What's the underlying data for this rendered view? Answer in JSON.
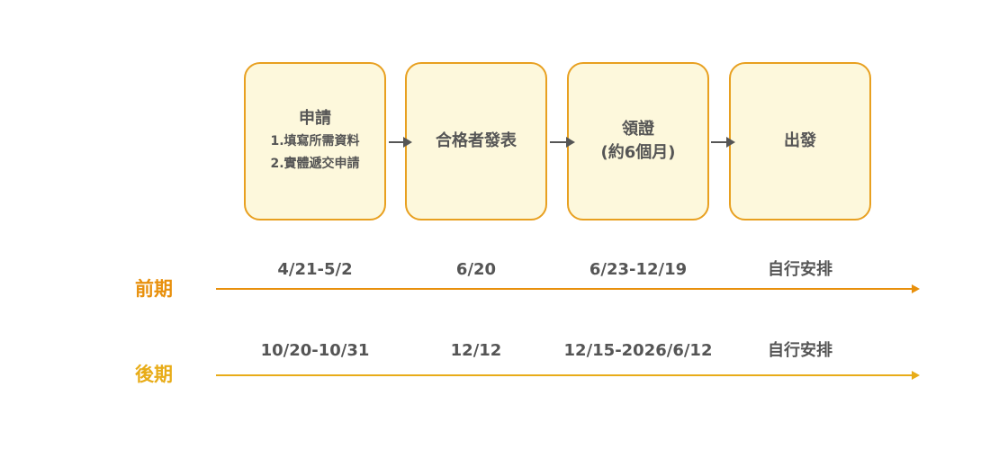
{
  "colors": {
    "box_border": "#e8a020",
    "box_fill": "#fdf8dc",
    "text": "#555555",
    "flow_arrow": "#555555",
    "early_period": "#e8900c",
    "late_period": "#e8ac18"
  },
  "steps": [
    {
      "title": "申請",
      "lines": [
        "1.填寫所需資料",
        "2.實體遞交申請"
      ]
    },
    {
      "title": "合格者發表",
      "lines": []
    },
    {
      "title": "領證",
      "lines": [
        "(約6個月)"
      ]
    },
    {
      "title": "出發",
      "lines": []
    }
  ],
  "periods": [
    {
      "label": "前期",
      "dates": [
        "4/21-5/2",
        "6/20",
        "6/23-12/19",
        "自行安排"
      ]
    },
    {
      "label": "後期",
      "dates": [
        "10/20-10/31",
        "12/12",
        "12/15-2026/6/12",
        "自行安排"
      ]
    }
  ]
}
